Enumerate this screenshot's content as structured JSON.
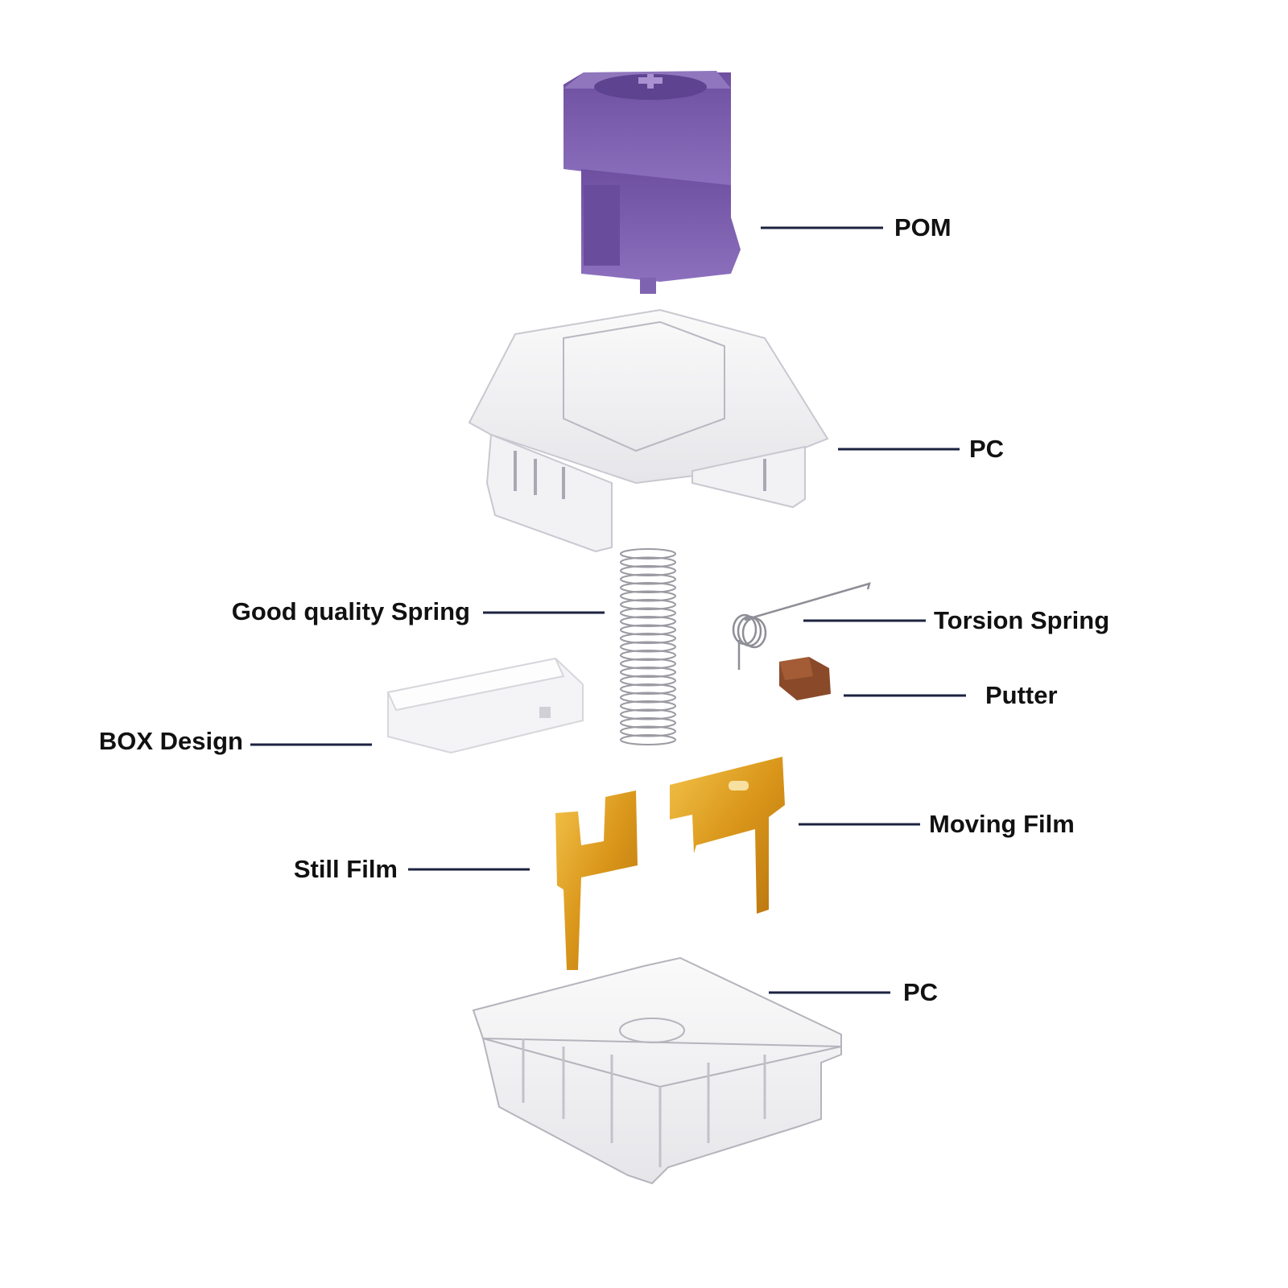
{
  "title": "Switch exploded view",
  "colors": {
    "leader": "#1c2340",
    "pom": "#7b5ea8",
    "gold": "#d9a21c",
    "putter": "#8a4a2a"
  },
  "labels": {
    "pom": "POM",
    "top_housing": "PC",
    "spring": "Good quality Spring",
    "torsion_spring": "Torsion Spring",
    "putter": "Putter",
    "box": "BOX Design",
    "moving_film": "Moving Film",
    "still_film": "Still Film",
    "bottom_housing": "PC"
  }
}
